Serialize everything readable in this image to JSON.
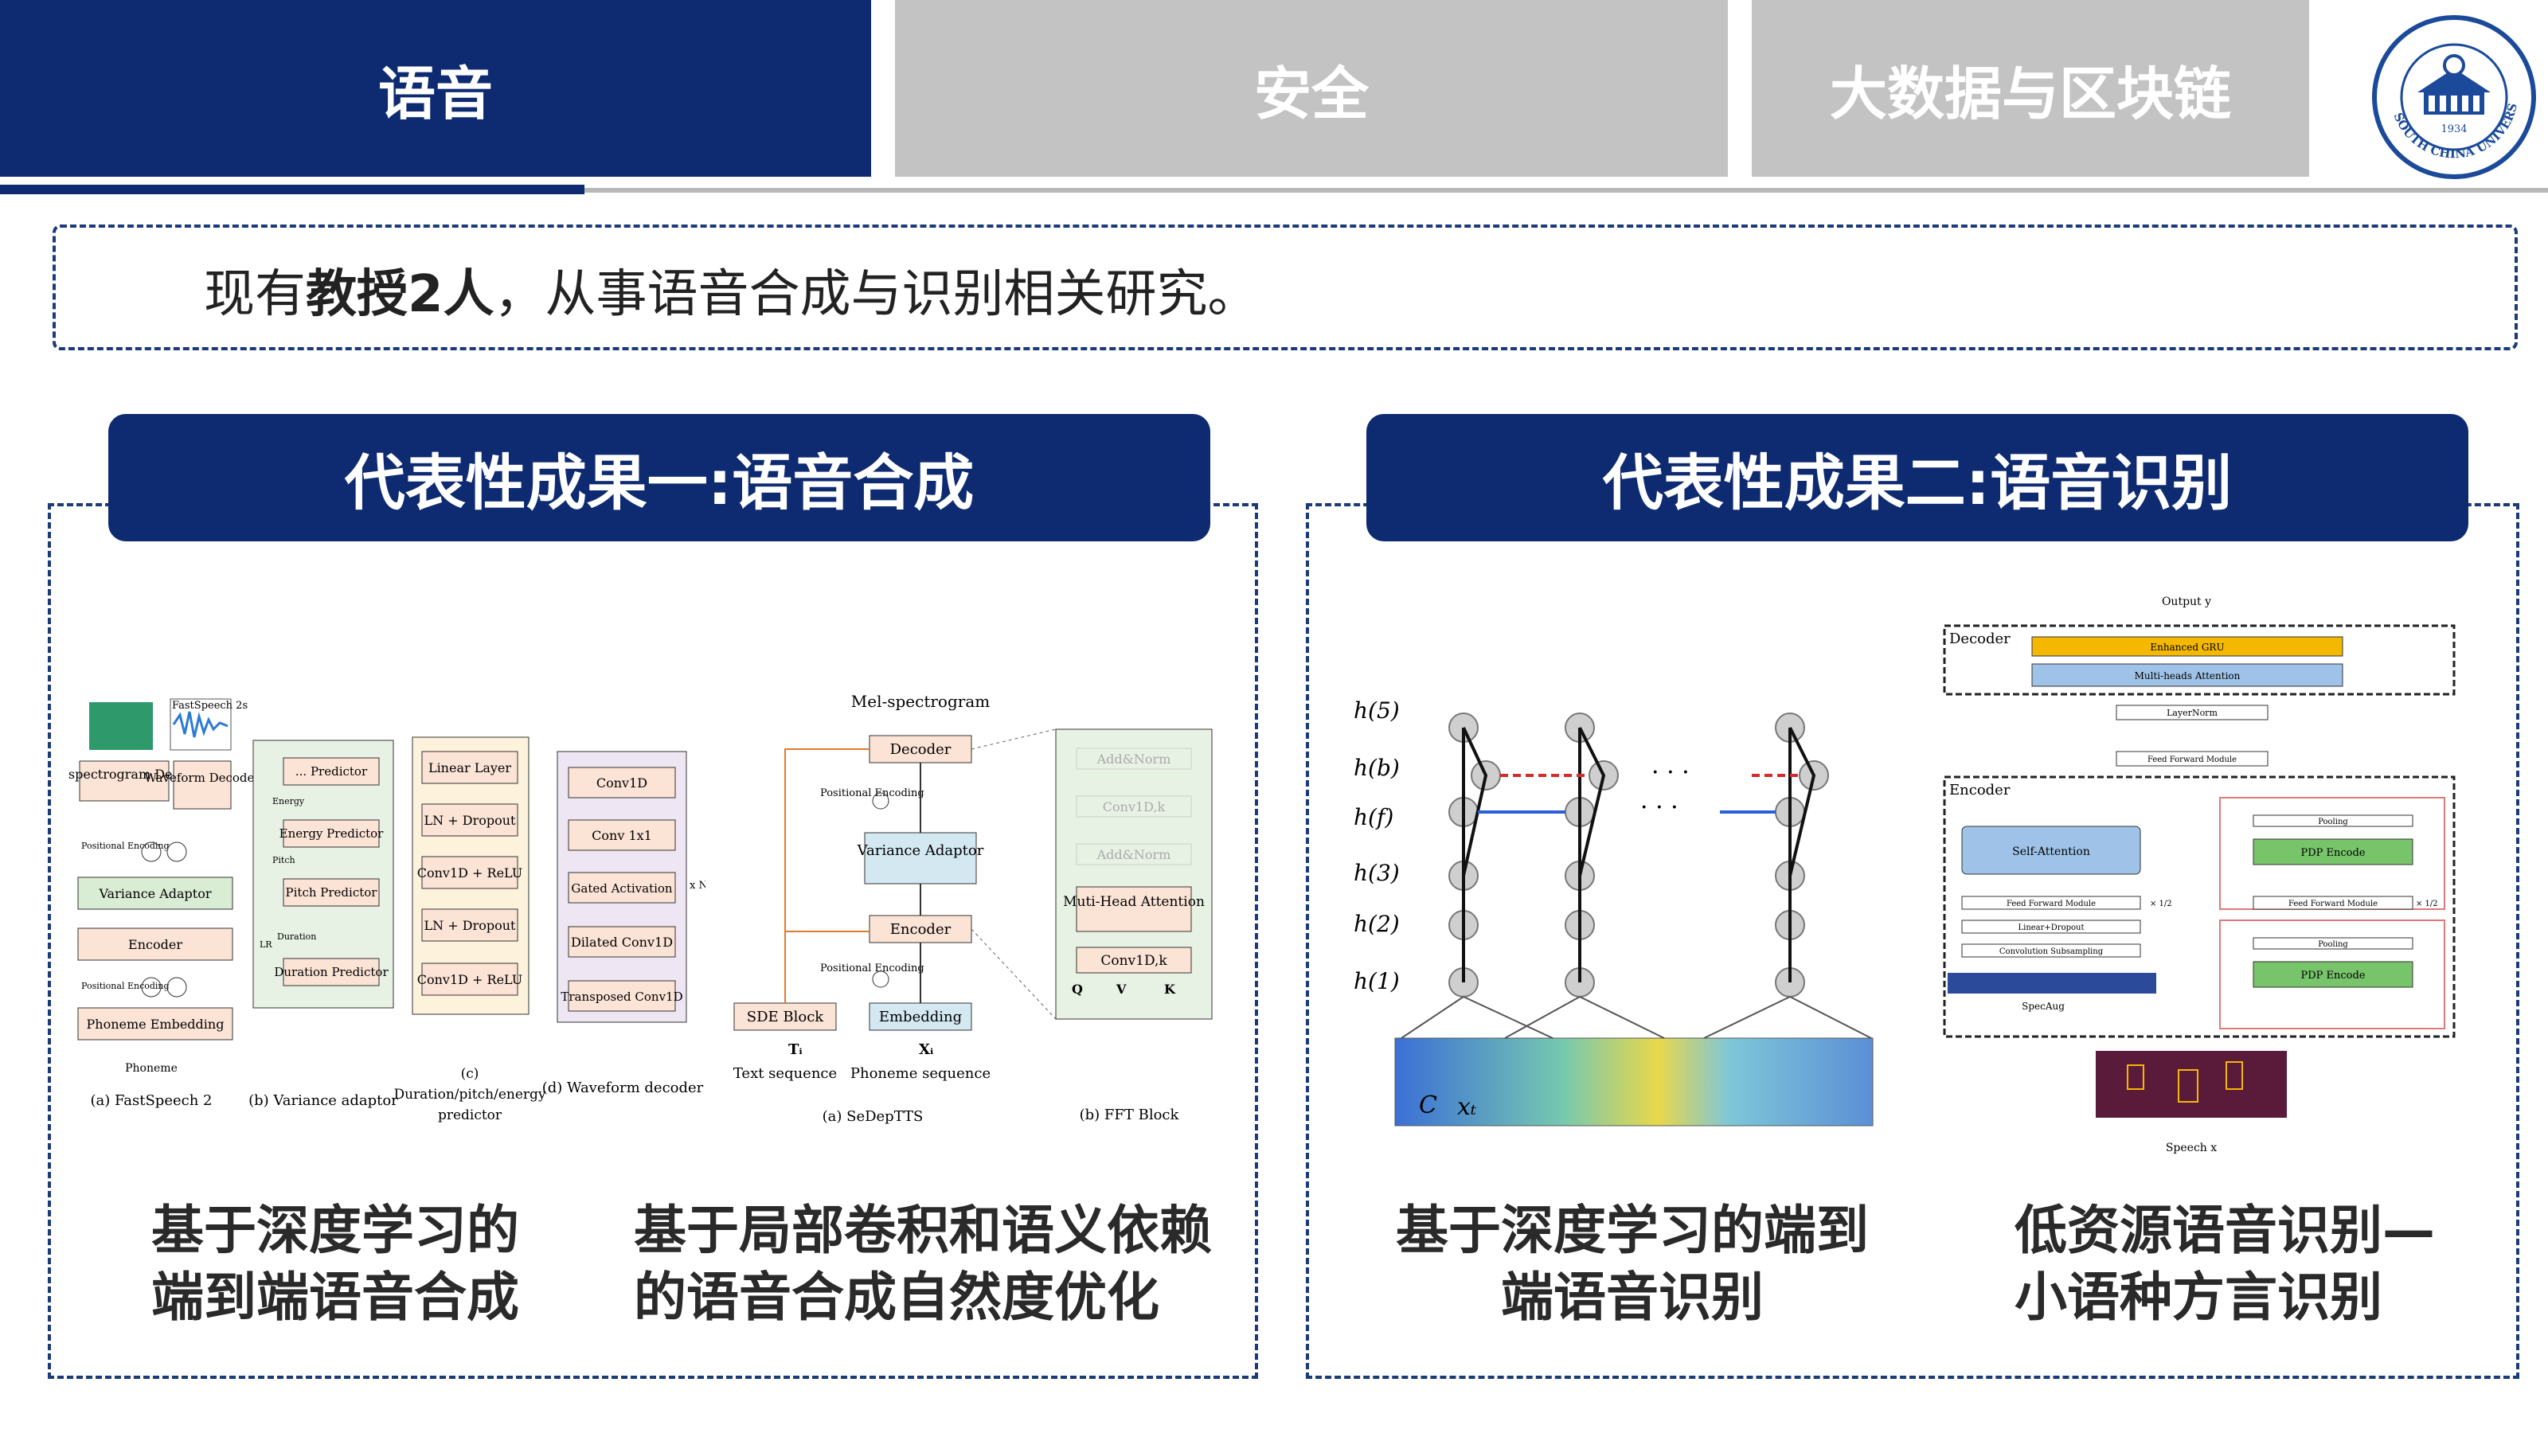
{
  "tabs": [
    {
      "label": "语音",
      "active": true
    },
    {
      "label": "安全",
      "active": false
    },
    {
      "label": "大数据与区块链",
      "active": false
    }
  ],
  "colors": {
    "navy": "#0e2b72",
    "tab_inactive": "#c3c3c3",
    "dash": "#1a3a7a"
  },
  "logo": {
    "name": "SOUTH CHINA UNIVERSITY OF TECHNOLOGY",
    "year": "1934",
    "icon": "university-seal-icon"
  },
  "intro": {
    "prefix": "现有",
    "bold": "教授2人",
    "suffix": "，从事语音合成与识别相关研究。"
  },
  "sections": {
    "left": {
      "title": "代表性成果一:语音合成",
      "captions": [
        "基于深度学习的\n端到端语音合成",
        "基于局部卷积和语义依赖\n的语音合成自然度优化"
      ],
      "figure1": {
        "top_labels": [
          "FastSpeech 2s"
        ],
        "blocks_a": [
          "Mel-spectrogram Decoder",
          "Waveform Decoder",
          "Variance Adaptor",
          "Encoder",
          "Phoneme Embedding"
        ],
        "pos_enc": "Positional Encoding",
        "phoneme": "Phoneme",
        "blocks_b": [
          "... Predictor",
          "Energy Predictor",
          "Pitch Predictor",
          "Duration Predictor"
        ],
        "b_small": [
          "Energy",
          "Pitch",
          "Duration",
          "LR"
        ],
        "blocks_c": [
          "Linear Layer",
          "LN + Dropout",
          "Conv1D + ReLU",
          "LN + Dropout",
          "Conv1D + ReLU"
        ],
        "blocks_d": [
          "Conv1D",
          "Conv 1x1",
          "Gated Activation",
          "Dilated Conv1D",
          "Transposed Conv1D"
        ],
        "d_n": "x N",
        "sub_captions": [
          "(a) FastSpeech 2",
          "(b) Variance adaptor",
          "(c)",
          "Duration/pitch/energy",
          "predictor",
          "(d) Waveform decoder"
        ]
      },
      "figure2": {
        "labels": [
          "Mel-spectrogram",
          "Decoder",
          "Variance Adaptor",
          "Encoder",
          "Embedding",
          "SDE Block",
          "Text sequence",
          "Phoneme sequence",
          "Positional Encoding",
          "Positional Encoding"
        ],
        "sym_t": "Tᵢ",
        "sym_x": "Xᵢ",
        "fft": [
          "Add&Norm",
          "Conv1D,k",
          "Add&Norm",
          "Muti-Head Attention",
          "Conv1D,k"
        ],
        "qvk": [
          "Q",
          "V",
          "K"
        ],
        "sub_captions": [
          "(a) SeDepTTS",
          "(b) FFT Block"
        ]
      }
    },
    "right": {
      "title": "代表性成果二:语音识别",
      "captions": [
        "基于深度学习的端到\n端语音识别",
        "低资源语音识别—\n小语种方言识别"
      ],
      "figure3": {
        "h_labels": [
          "h(5)",
          "h(b)",
          "h(f)",
          "h(3)",
          "h(2)",
          "h(1)"
        ],
        "ellipsis": "· · ·",
        "c_label": "C",
        "x_label": "xₜ"
      },
      "figure4": {
        "labels": [
          "Output y",
          "Decoder",
          "Enhanced GRU",
          "Multi-heads Attention",
          "LayerNorm",
          "Feed Forward Module",
          "Encoder",
          "Self-Attention",
          "Feed Forward Module",
          "Linear+Dropout",
          "Convolution Subsampling",
          "SpecAug",
          "Pooling",
          "PDP Encode",
          "Feed Forward Module",
          "Pooling",
          "PDP Encode",
          "Speech x"
        ],
        "half": "× 1/2"
      }
    }
  }
}
